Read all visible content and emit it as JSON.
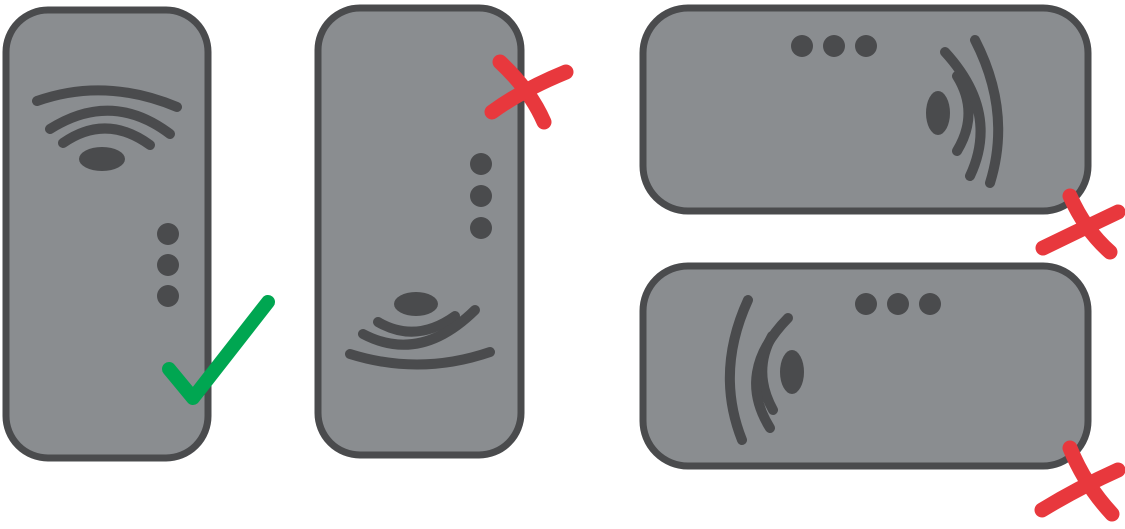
{
  "colors": {
    "device_body": "#8a8d90",
    "device_outline": "#4a4b4d",
    "correct_mark": "#00a651",
    "incorrect_mark": "#e8383d"
  },
  "devices": [
    {
      "id": "vertical-signal-top",
      "orientation": "vertical",
      "signal_position": "top-left",
      "dots_position": "right-middle",
      "verdict": "correct",
      "mark_icon": "checkmark-icon"
    },
    {
      "id": "vertical-signal-bottom",
      "orientation": "vertical",
      "signal_position": "bottom-left",
      "dots_position": "right-middle",
      "verdict": "incorrect",
      "mark_icon": "cross-icon"
    },
    {
      "id": "horizontal-signal-right",
      "orientation": "horizontal",
      "signal_position": "right",
      "dots_position": "top-middle",
      "verdict": "incorrect",
      "mark_icon": "cross-icon"
    },
    {
      "id": "horizontal-signal-left",
      "orientation": "horizontal",
      "signal_position": "left",
      "dots_position": "top-middle",
      "verdict": "incorrect",
      "mark_icon": "cross-icon"
    }
  ]
}
